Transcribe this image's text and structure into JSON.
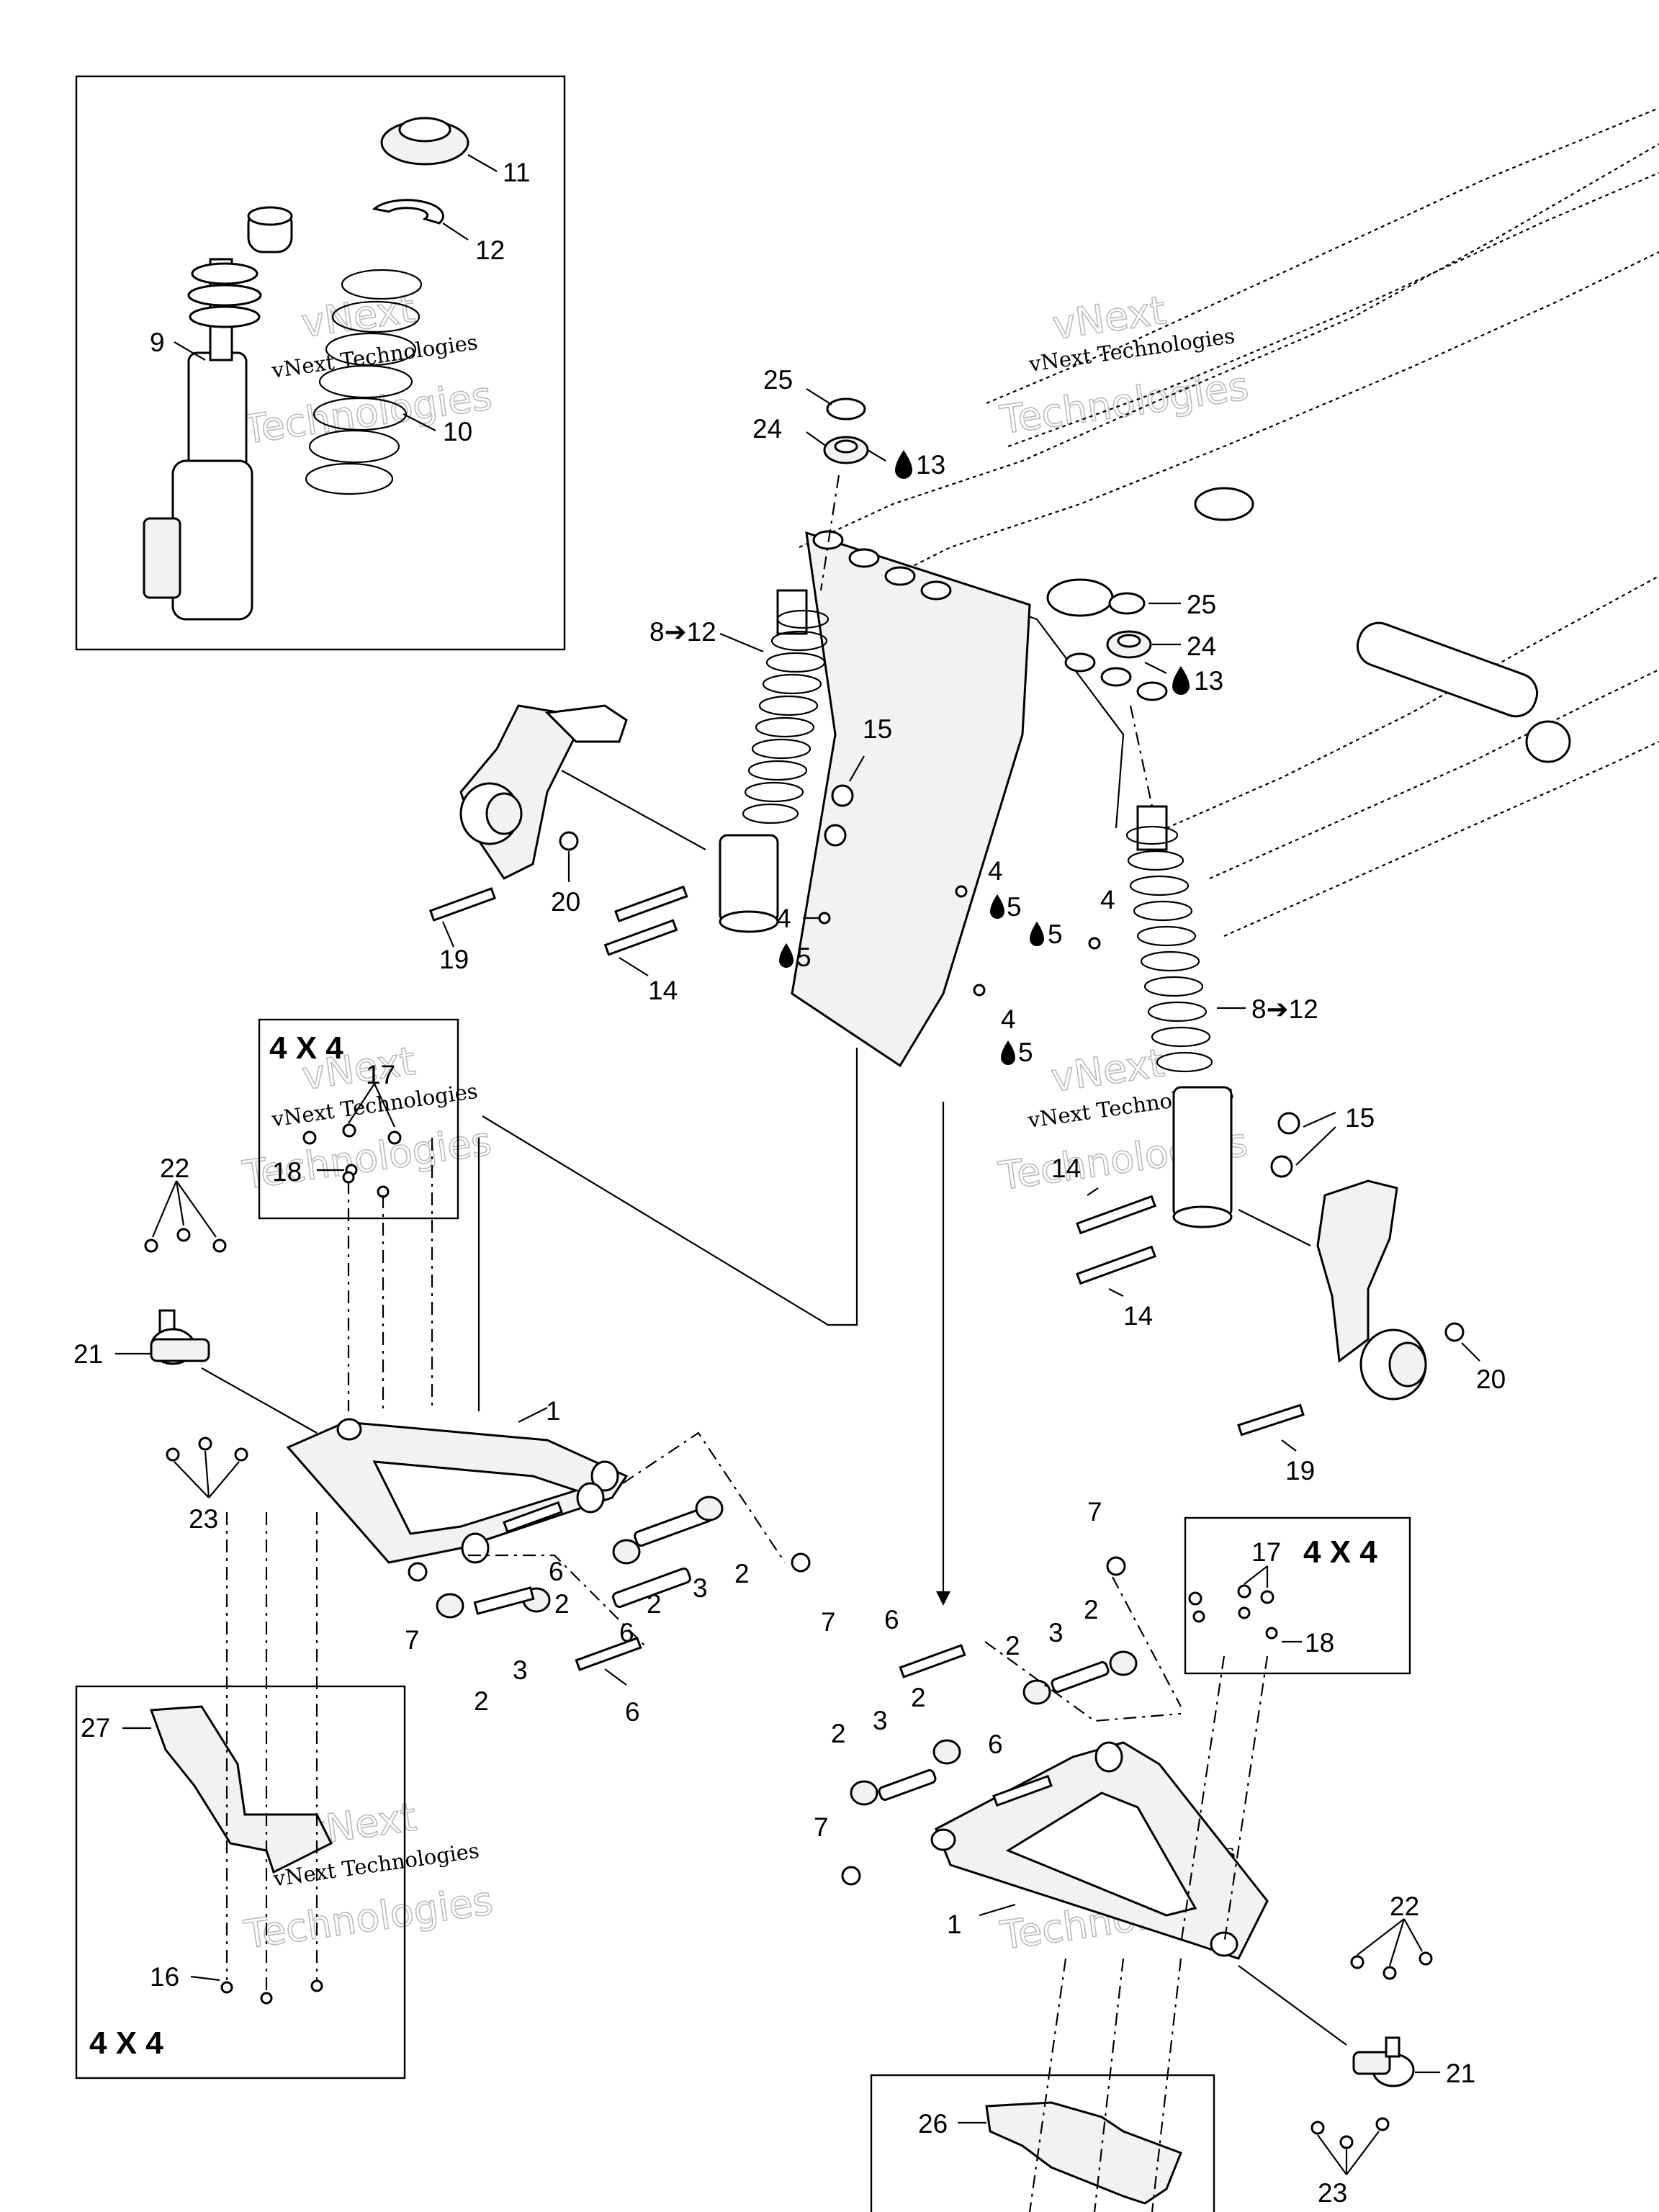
{
  "watermark": {
    "line1": "vNext",
    "line2": "vNext Technologies",
    "line3": "Technologies"
  },
  "box_labels": {
    "four_by_four": "4 X 4"
  },
  "callouts": {
    "c1": "1",
    "c2": "2",
    "c3": "3",
    "c4": "4",
    "c5": "5",
    "c6": "6",
    "c7": "7",
    "c8_12": "8➔12",
    "c9": "9",
    "c10": "10",
    "c11": "11",
    "c12": "12",
    "c13": "13",
    "c14": "14",
    "c15": "15",
    "c16": "16",
    "c17": "17",
    "c18": "18",
    "c19": "19",
    "c20": "20",
    "c21": "21",
    "c22": "22",
    "c23": "23",
    "c24": "24",
    "c25": "25",
    "c26": "26",
    "c27": "27"
  },
  "icons": [
    "lubricant-drop-icon",
    "arrow-right-icon"
  ]
}
